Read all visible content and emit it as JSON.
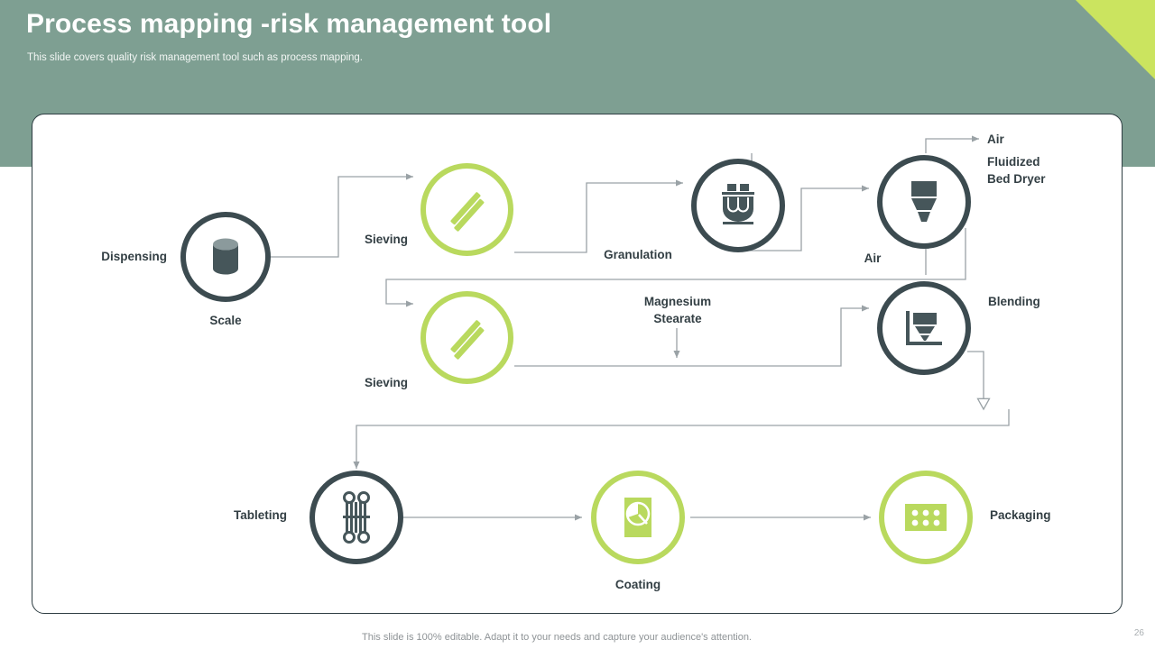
{
  "header": {
    "title": "Process mapping -risk management tool",
    "subtitle": "This slide covers quality risk management tool such as process mapping.",
    "band_color": "#7e9f92",
    "wedge_color": "#cbe45f"
  },
  "theme": {
    "dark": "#3c4b50",
    "green": "#b9d95e",
    "connector": "#9aa2a6",
    "text": "#333f44"
  },
  "diagram": {
    "type": "process-flow",
    "nodes": [
      {
        "id": "scale",
        "label": "Scale",
        "side_label": "Dispensing",
        "style": "dark",
        "icon": "cylinder-icon"
      },
      {
        "id": "sieving1",
        "label": "Sieving",
        "side_label": "",
        "style": "green",
        "icon": "sieve-icon"
      },
      {
        "id": "granulation",
        "label": "Granulation",
        "side_label": "",
        "style": "dark",
        "icon": "mixer-icon"
      },
      {
        "id": "dryer",
        "label": "Air",
        "side_label": "Fluidized\nBed Dryer",
        "style": "dark",
        "icon": "funnel-icon"
      },
      {
        "id": "sieving2",
        "label": "Sieving",
        "side_label": "",
        "style": "green",
        "icon": "sieve-icon"
      },
      {
        "id": "blending",
        "label": "Blending",
        "side_label": "",
        "style": "dark",
        "icon": "blender-icon"
      },
      {
        "id": "tableting",
        "label": "Tableting",
        "side_label": "",
        "style": "dark",
        "icon": "tablet-press-icon"
      },
      {
        "id": "coating",
        "label": "Coating",
        "side_label": "",
        "style": "green",
        "icon": "coating-pan-icon"
      },
      {
        "id": "packaging",
        "label": "Packaging",
        "side_label": "",
        "style": "green",
        "icon": "blister-pack-icon"
      }
    ],
    "labels": {
      "dispensing": "Dispensing",
      "scale": "Scale",
      "sieving_1": "Sieving",
      "granulation": "Granulation",
      "air_in": "Air",
      "air_out": "Air",
      "fluidized_bed_dryer_line1": "Fluidized",
      "fluidized_bed_dryer_line2": "Bed Dryer",
      "sieving_2": "Sieving",
      "magnesium_line1": "Magnesium",
      "magnesium_line2": "Stearate",
      "blending": "Blending",
      "tableting": "Tableting",
      "coating": "Coating",
      "packaging": "Packaging"
    }
  },
  "footer": {
    "note": "This slide is 100% editable. Adapt it to your needs and capture your audience's attention.",
    "page_number": "26"
  }
}
